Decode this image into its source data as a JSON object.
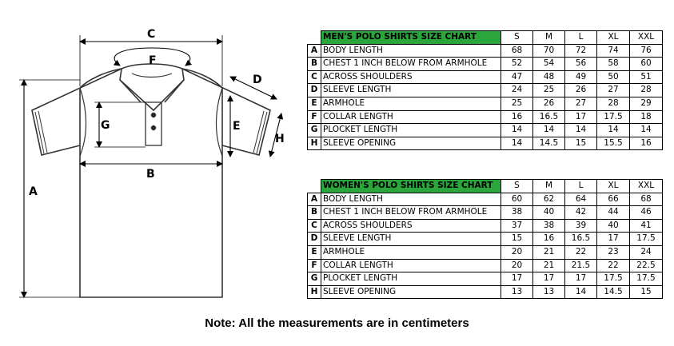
{
  "diagram": {
    "labels": {
      "a": "A",
      "b": "B",
      "c": "C",
      "d": "D",
      "e": "E",
      "f": "F",
      "g": "G",
      "h": "H"
    }
  },
  "size_headers": [
    "S",
    "M",
    "L",
    "XL",
    "XXL"
  ],
  "men": {
    "title": "MEN'S POLO SHIRTS SIZE CHART",
    "rows": [
      {
        "letter": "A",
        "name": "BODY LENGTH",
        "values": [
          "68",
          "70",
          "72",
          "74",
          "76"
        ]
      },
      {
        "letter": "B",
        "name": "CHEST 1 INCH BELOW FROM ARMHOLE",
        "values": [
          "52",
          "54",
          "56",
          "58",
          "60"
        ]
      },
      {
        "letter": "C",
        "name": "ACROSS SHOULDERS",
        "values": [
          "47",
          "48",
          "49",
          "50",
          "51"
        ]
      },
      {
        "letter": "D",
        "name": "SLEEVE LENGTH",
        "values": [
          "24",
          "25",
          "26",
          "27",
          "28"
        ]
      },
      {
        "letter": "E",
        "name": "ARMHOLE",
        "values": [
          "25",
          "26",
          "27",
          "28",
          "29"
        ]
      },
      {
        "letter": "F",
        "name": "COLLAR LENGTH",
        "values": [
          "16",
          "16.5",
          "17",
          "17.5",
          "18"
        ]
      },
      {
        "letter": "G",
        "name": "PLOCKET LENGTH",
        "values": [
          "14",
          "14",
          "14",
          "14",
          "14"
        ]
      },
      {
        "letter": "H",
        "name": "SLEEVE OPENING",
        "values": [
          "14",
          "14.5",
          "15",
          "15.5",
          "16"
        ]
      }
    ]
  },
  "women": {
    "title": "WOMEN'S POLO SHIRTS SIZE CHART",
    "rows": [
      {
        "letter": "A",
        "name": "BODY LENGTH",
        "values": [
          "60",
          "62",
          "64",
          "66",
          "68"
        ]
      },
      {
        "letter": "B",
        "name": "CHEST 1 INCH BELOW FROM ARMHOLE",
        "values": [
          "38",
          "40",
          "42",
          "44",
          "46"
        ]
      },
      {
        "letter": "C",
        "name": "ACROSS SHOULDERS",
        "values": [
          "37",
          "38",
          "39",
          "40",
          "41"
        ]
      },
      {
        "letter": "D",
        "name": "SLEEVE LENGTH",
        "values": [
          "15",
          "16",
          "16.5",
          "17",
          "17.5"
        ]
      },
      {
        "letter": "E",
        "name": "ARMHOLE",
        "values": [
          "20",
          "21",
          "22",
          "23",
          "24"
        ]
      },
      {
        "letter": "F",
        "name": "COLLAR LENGTH",
        "values": [
          "20",
          "21",
          "21.5",
          "22",
          "22.5"
        ]
      },
      {
        "letter": "G",
        "name": "PLOCKET LENGTH",
        "values": [
          "17",
          "17",
          "17",
          "17.5",
          "17.5"
        ]
      },
      {
        "letter": "H",
        "name": "SLEEVE OPENING",
        "values": [
          "13",
          "13",
          "14",
          "14.5",
          "15"
        ]
      }
    ]
  },
  "note": "Note: All the measurements are in centimeters",
  "colors": {
    "header_green": "#2aa63c",
    "line": "#000000",
    "shirt_outline": "#333333"
  }
}
